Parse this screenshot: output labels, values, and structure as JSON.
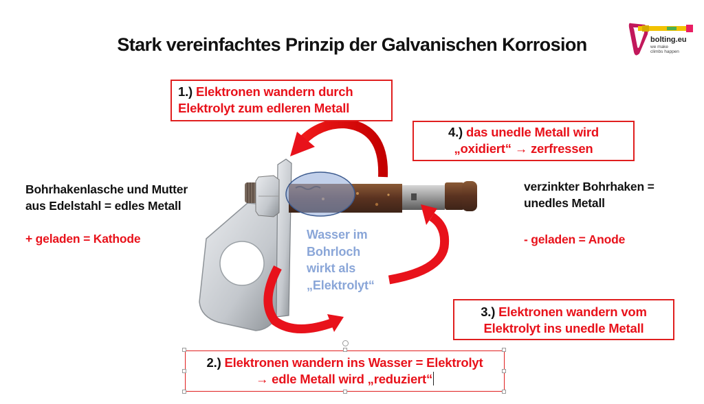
{
  "title": "Stark vereinfachtes Prinzip der Galvanischen Korrosion",
  "logo": {
    "name": "bolting.eu",
    "tagline_line1": "we make",
    "tagline_line2": "climbs happen",
    "colors": {
      "magenta": "#c2185b",
      "yellow": "#f2c200",
      "green": "#4caf50",
      "pink": "#e91e63"
    }
  },
  "steps": [
    {
      "id": 1,
      "number": "1.)",
      "line1": "Elektronen wandern durch",
      "line2": "Elektrolyt zum edleren Metall"
    },
    {
      "id": 2,
      "number": "2.)",
      "line1": "Elektronen wandern ins Wasser = Elektrolyt",
      "line2": "→ edle Metall wird „reduziert“"
    },
    {
      "id": 3,
      "number": "3.)",
      "line1": "Elektronen wandern vom",
      "line2": "Elektrolyt ins unedle Metall"
    },
    {
      "id": 4,
      "number": "4.)",
      "line1": "das unedle Metall wird",
      "line2": "„oxidiert“ → zerfressen"
    }
  ],
  "left_label": {
    "line1": "Bohrhakenlasche und Mutter",
    "line2": "aus Edelstahl = edles Metall",
    "charge": "+ geladen = Kathode"
  },
  "right_label": {
    "line1": "verzinkter Bohrhaken =",
    "line2": "unedles Metall",
    "charge": "- geladen = Anode"
  },
  "electrolyte_label": {
    "line1": "Wasser im",
    "line2": "Bohrloch",
    "line3": "wirkt als",
    "line4": "„Elektrolyt“"
  },
  "colors": {
    "accent_red": "#e8121b",
    "box_border": "#e01e1e",
    "electrolyte_blue": "#8aa6d8",
    "ellipse_fill": "#8fa9d9",
    "rust": "#6b3b1f",
    "steel": "#c9ccd0"
  }
}
